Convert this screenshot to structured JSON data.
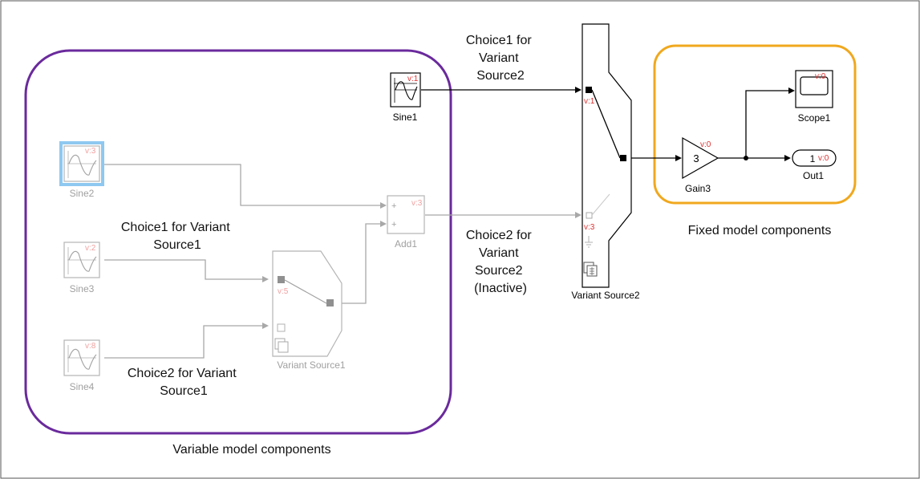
{
  "groups": {
    "variable": {
      "label": "Variable model components",
      "color": "#6a2a9c"
    },
    "fixed": {
      "label": "Fixed model components",
      "color": "#f0a81e"
    }
  },
  "blocks": {
    "sine1": {
      "name": "Sine1",
      "variant_tag": "v:1"
    },
    "sine2": {
      "name": "Sine2",
      "variant_tag": "v:3"
    },
    "sine3": {
      "name": "Sine3",
      "variant_tag": "v:2"
    },
    "sine4": {
      "name": "Sine4",
      "variant_tag": "v:8"
    },
    "add1": {
      "name": "Add1",
      "variant_tag": "v:3",
      "port_sign_1": "+",
      "port_sign_2": "+"
    },
    "variant_source1": {
      "name": "Variant Source1",
      "variant_tag": "v:5"
    },
    "variant_source2": {
      "name": "Variant Source2",
      "port1_tag": "v:1",
      "port2_tag": "v:3"
    },
    "gain3": {
      "name": "Gain3",
      "value": "3",
      "variant_tag": "v:0"
    },
    "scope1": {
      "name": "Scope1",
      "variant_tag": "v:0"
    },
    "out1": {
      "name": "Out1",
      "port_number": "1",
      "variant_tag": "v:0"
    }
  },
  "annotations": {
    "choice1_vs2": [
      "Choice1 for",
      "Variant",
      "Source2"
    ],
    "choice2_vs2": [
      "Choice2 for",
      "Variant",
      "Source2",
      "(Inactive)"
    ],
    "choice1_vs1": [
      "Choice1 for Variant",
      "Source1"
    ],
    "choice2_vs1": [
      "Choice2 for Variant",
      "Source1"
    ]
  },
  "colors": {
    "active": "#000000",
    "inactive": "#a8a8a8",
    "variant_tag": "#e03030",
    "selected_highlight": "#8ec8f0"
  }
}
